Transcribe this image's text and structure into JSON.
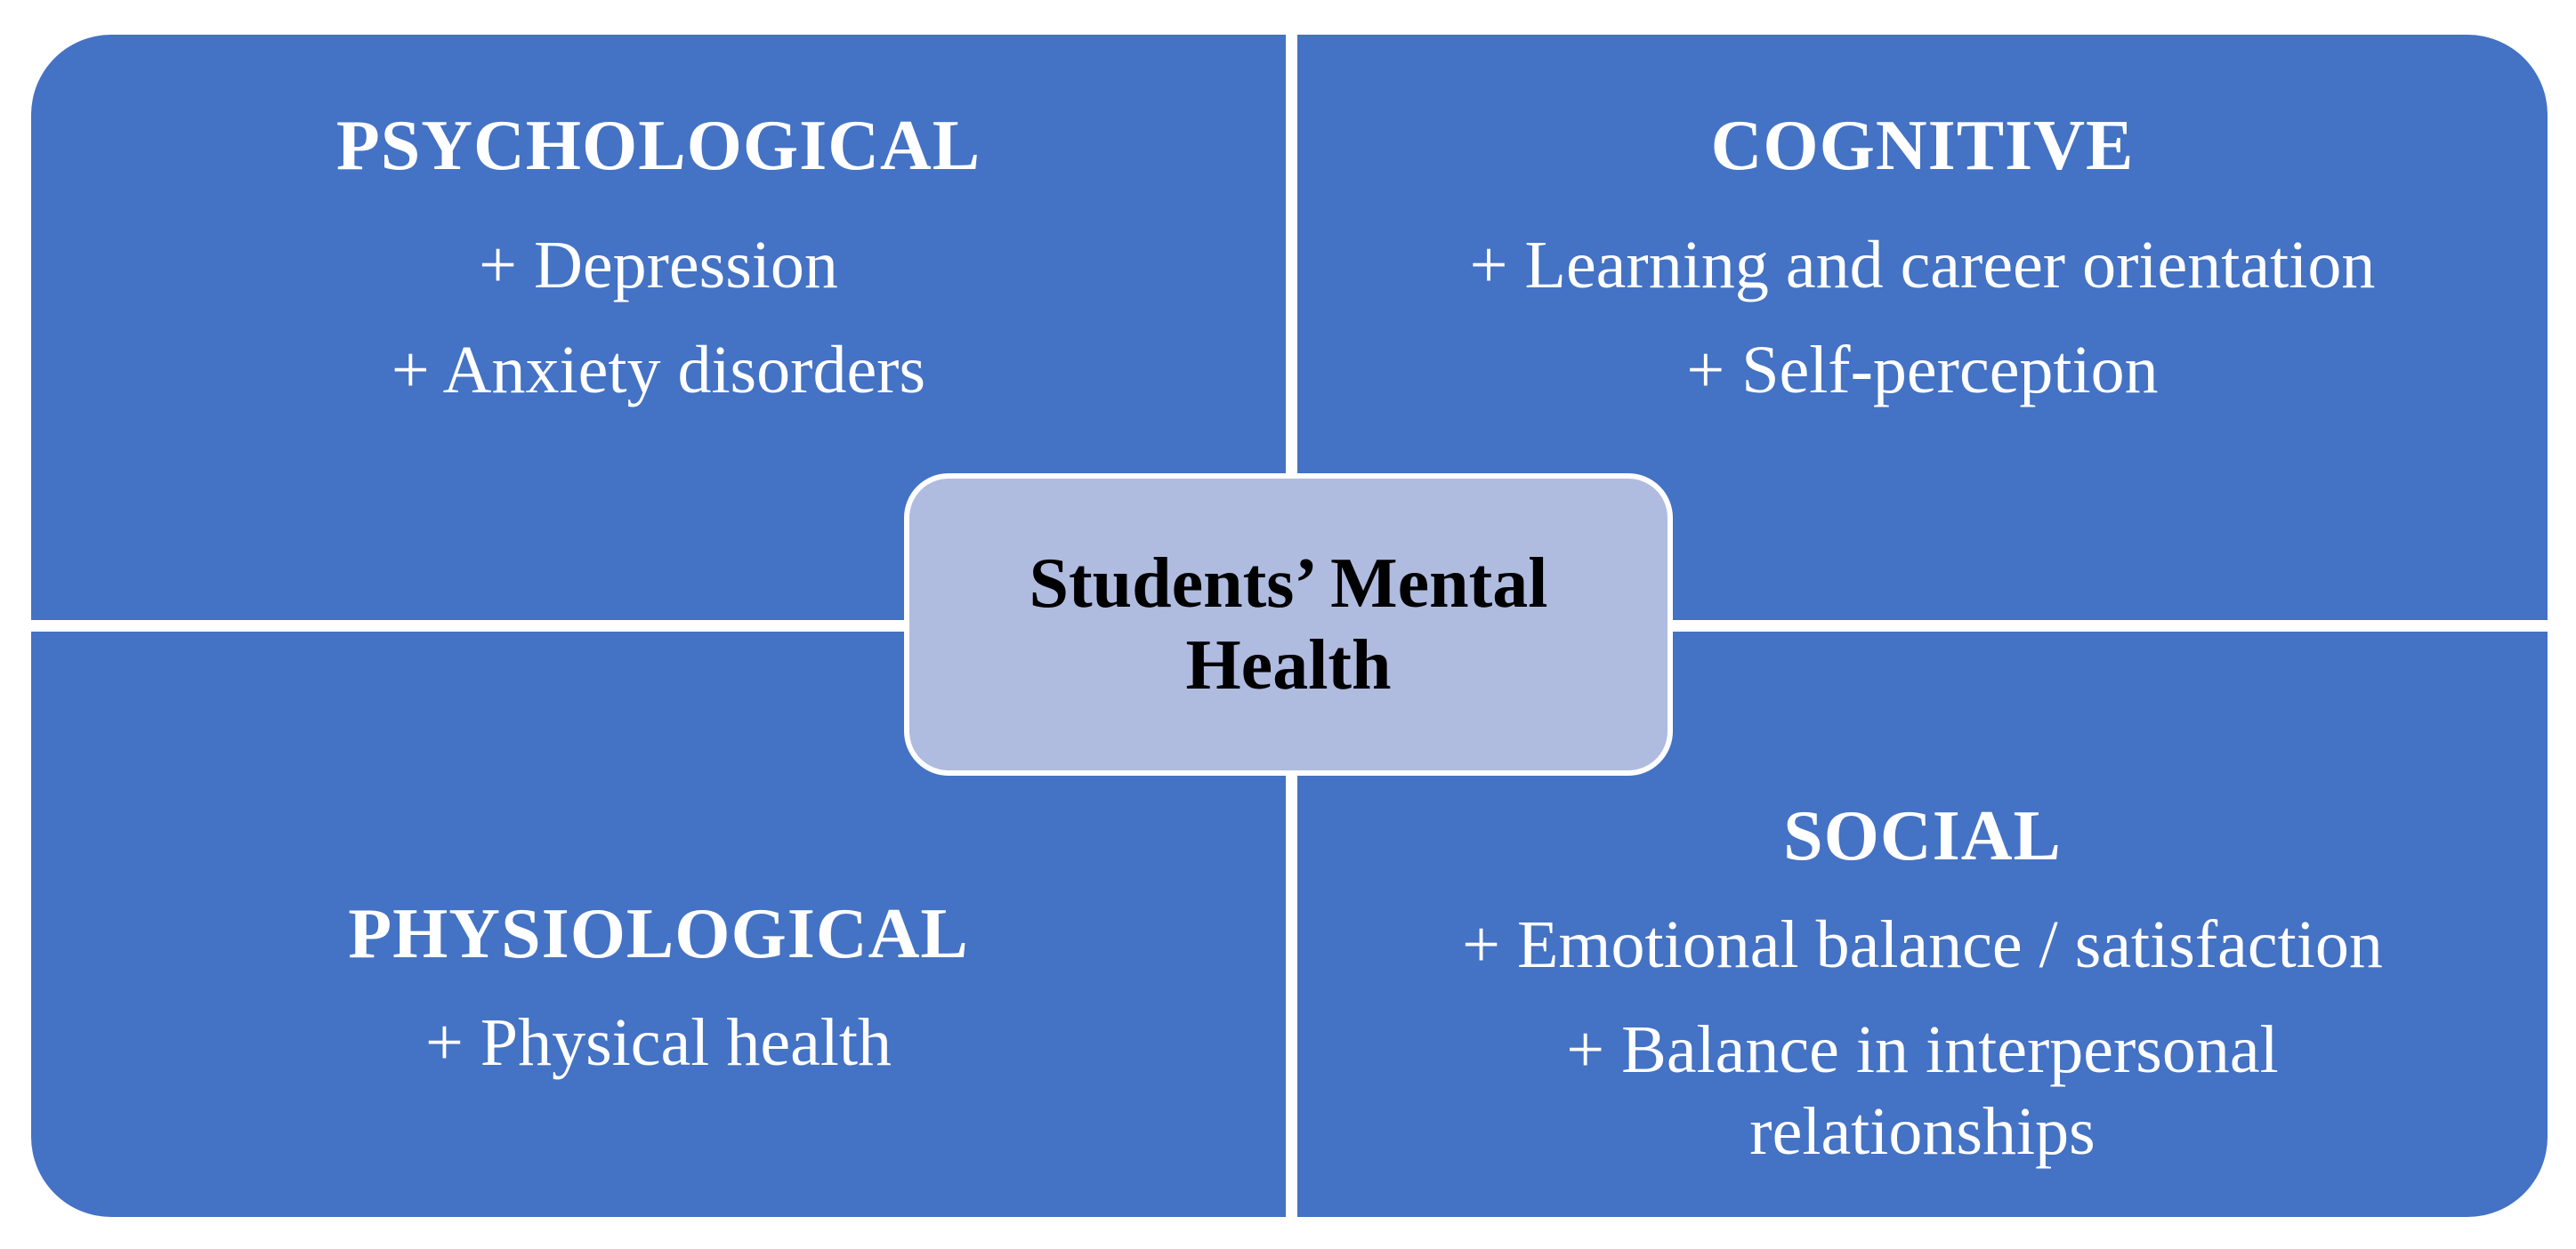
{
  "colors": {
    "quadrant_fill": "#4472c4",
    "center_fill": "#b0bbe0",
    "divider": "#ffffff",
    "quadrant_text": "#ffffff",
    "center_text": "#000000"
  },
  "center": {
    "title": "Students’ Mental Health"
  },
  "quadrants": {
    "psychological": {
      "heading": "PSYCHOLOGICAL",
      "items": [
        "+ Depression",
        "+ Anxiety disorders"
      ]
    },
    "cognitive": {
      "heading": "COGNITIVE",
      "items": [
        "+ Learning and career orientation",
        "+ Self-perception"
      ]
    },
    "physiological": {
      "heading": "PHYSIOLOGICAL",
      "items": [
        "+ Physical health"
      ]
    },
    "social": {
      "heading": "SOCIAL",
      "items": [
        "+ Emotional balance / satisfaction",
        "+ Balance in interpersonal relationships"
      ]
    }
  }
}
